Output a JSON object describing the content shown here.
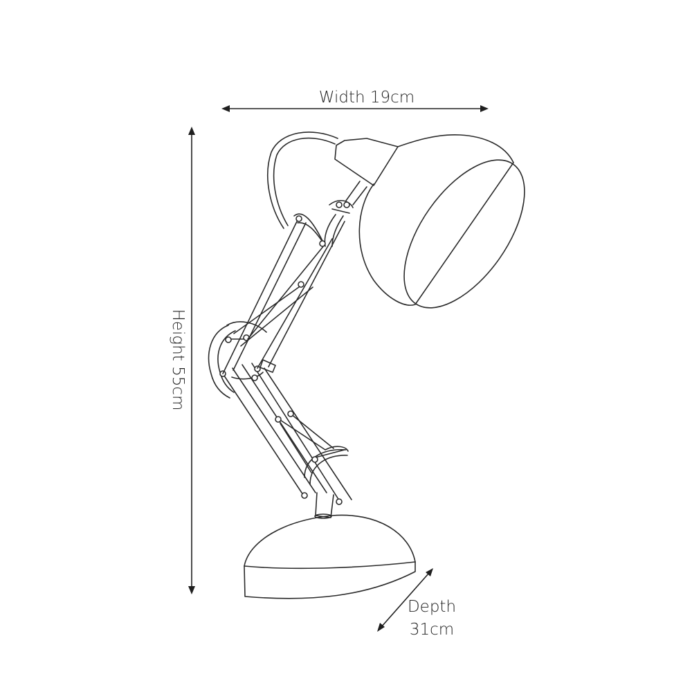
{
  "dimensions": {
    "width_label": "Width 19cm",
    "height_label": "Height 55cm",
    "depth_label_line1": "Depth",
    "depth_label_line2": "31cm"
  },
  "colors": {
    "background": "#ffffff",
    "line": "#2a2a2a"
  }
}
